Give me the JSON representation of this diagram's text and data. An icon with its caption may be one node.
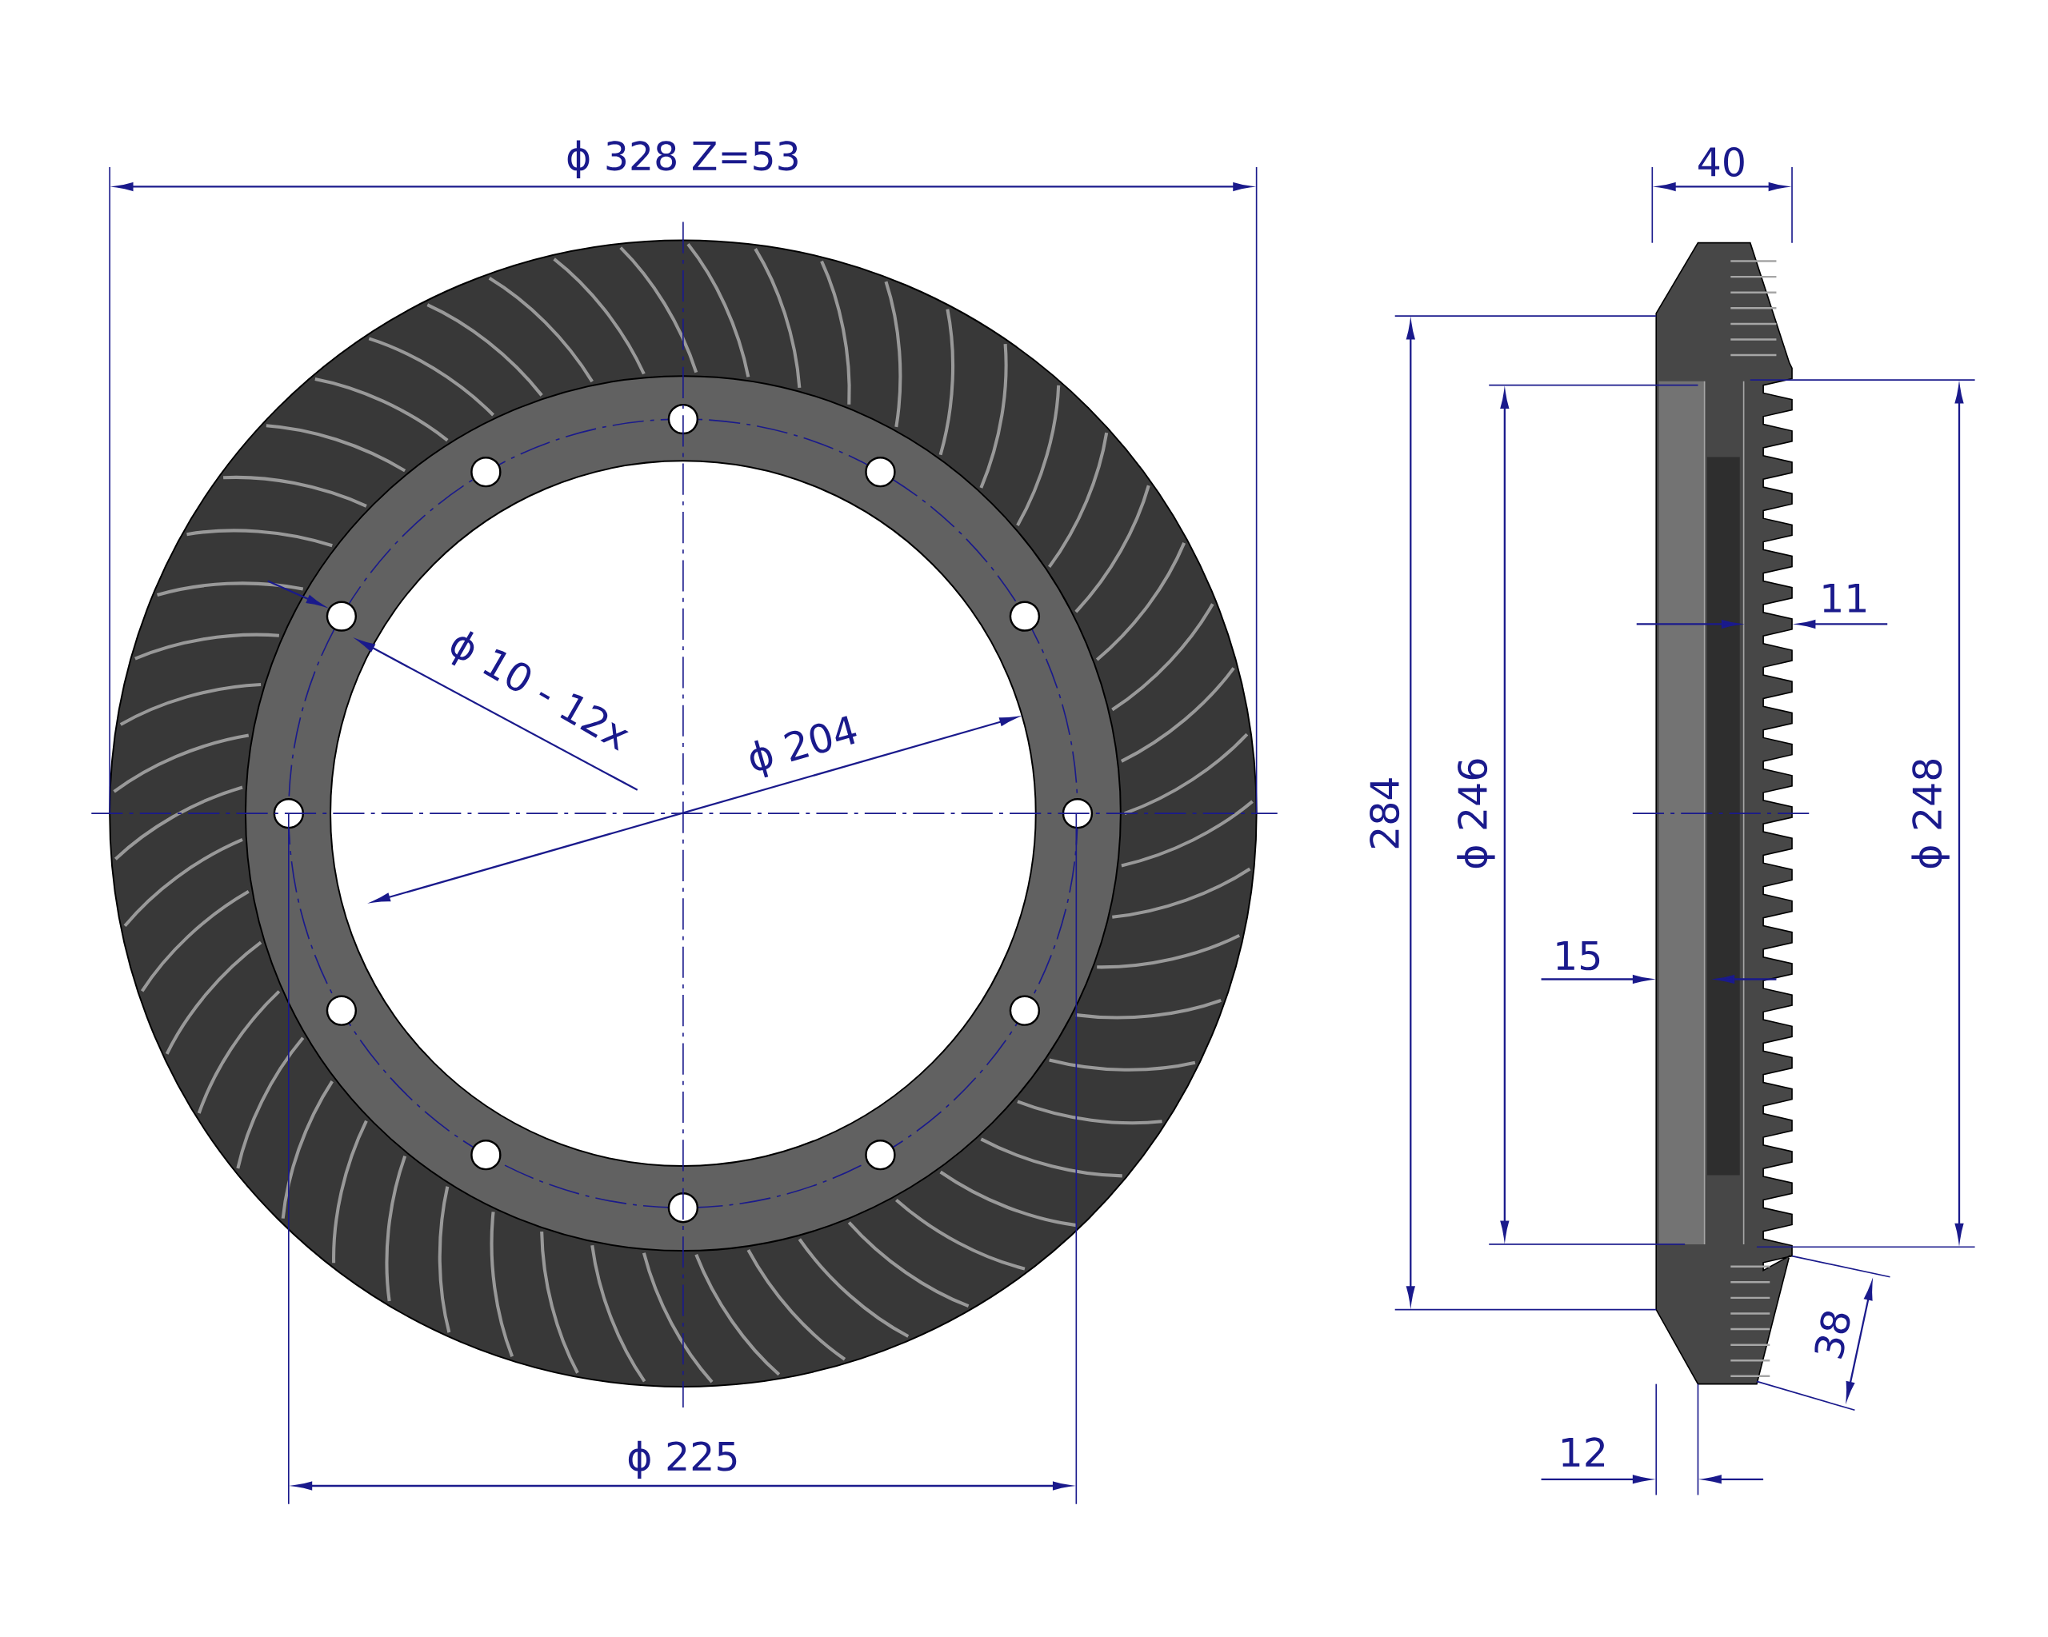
{
  "diagram": {
    "labels": [
      "ϕ 328 Z=53",
      "40",
      "11",
      "ϕ 10 - 12x",
      "ϕ 204",
      "284",
      "ϕ 246",
      "ϕ 248",
      "15",
      "38",
      "12",
      "ϕ 225"
    ]
  }
}
